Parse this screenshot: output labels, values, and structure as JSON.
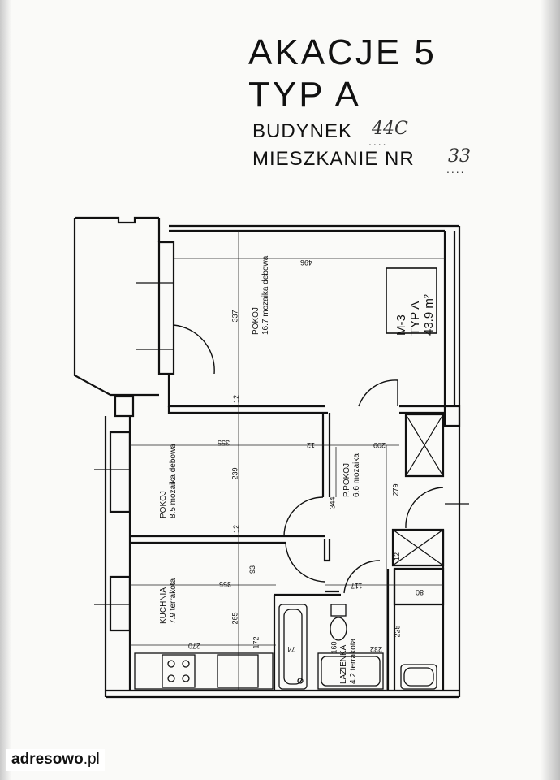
{
  "header": {
    "line1": "AKACJE 5",
    "line2": "TYP A",
    "building_label": "BUDYNEK",
    "building_value": "44C",
    "apartment_label": "MIESZKANIE NR",
    "apartment_value": "33"
  },
  "apartment_tag": {
    "id": "M-3",
    "type": "TYP A",
    "area": "43.9 m²"
  },
  "rooms": [
    {
      "name": "POKOJ",
      "area": "16.7",
      "floor": "mozaika debowa"
    },
    {
      "name": "POKOJ",
      "area": "8.5",
      "floor": "mozaika debowa"
    },
    {
      "name": "P.POKOJ",
      "area": "6.6",
      "floor": "mozaika"
    },
    {
      "name": "KUCHNIA",
      "area": "7.9",
      "floor": "terrakota"
    },
    {
      "name": "LAZIENKA",
      "area": "4.2",
      "floor": "terrakota"
    }
  ],
  "dimensions": {
    "d496": "496",
    "d337": "337",
    "d12a": "12",
    "d355a": "355",
    "d12b": "12",
    "d209": "209",
    "d239": "239",
    "d279": "279",
    "d344": "344",
    "d12c": "12",
    "d93": "93",
    "d355b": "355",
    "d117": "117",
    "d12d": "12",
    "d80": "80",
    "d265": "265",
    "d270": "270",
    "d172": "172",
    "d74": "74",
    "d160": "160",
    "d232": "232",
    "d225": "225"
  },
  "watermark": {
    "brand": "adresowo",
    "suffix": ".pl"
  }
}
